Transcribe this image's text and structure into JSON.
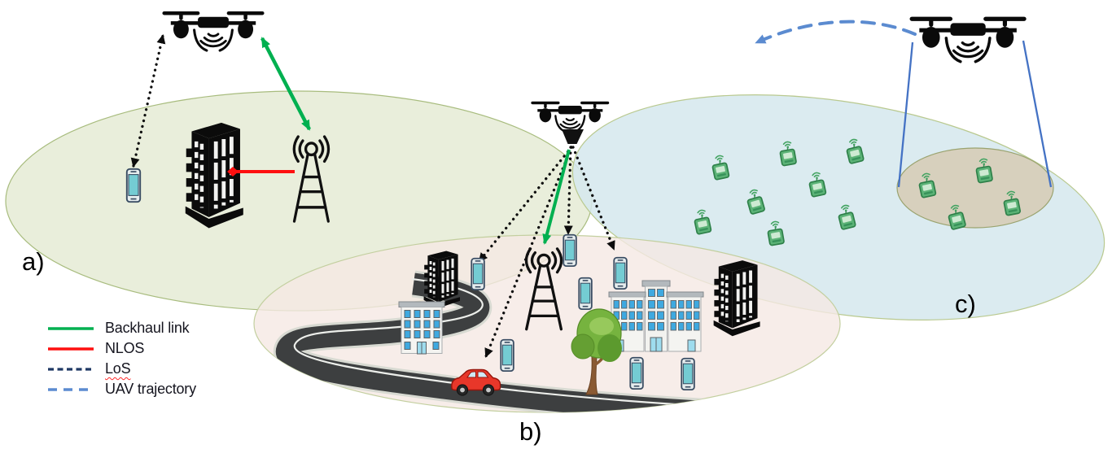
{
  "labels": {
    "a": "a)",
    "b": "b)",
    "c": "c)"
  },
  "legend": {
    "items": [
      {
        "label": "Backhaul link",
        "color": "#00b050",
        "style": "solid"
      },
      {
        "label": "NLOS",
        "color": "#fe1010",
        "style": "solid"
      },
      {
        "label": "LoS",
        "color": "#1f3864",
        "style": "dashed-short"
      },
      {
        "label": "UAV trajectory",
        "color": "#5b8bd0",
        "style": "dashed-long"
      }
    ]
  },
  "colors": {
    "region_a_fill": "#e7ecd7",
    "region_b_fill": "#f5e8e3",
    "region_c_fill": "#d5e8ed",
    "coverage_spot_fill": "#d7cfb9",
    "backhaul_green": "#00b050",
    "nlos_red": "#fe1010",
    "los_black": "#0d0d0d",
    "trajectory_blue": "#5b8bd0",
    "beam_blue": "#4472c4",
    "iot_green": "#4aa869"
  },
  "scenes": {
    "a": {
      "label": "a)",
      "icons": [
        "uav-drone",
        "smartphone",
        "office-building",
        "base-station"
      ],
      "links": [
        "los",
        "backhaul",
        "nlos"
      ],
      "smartphone_count": 1
    },
    "b": {
      "label": "b)",
      "icons": [
        "uav-drone",
        "base-station",
        "smartphone",
        "black-building",
        "white-building",
        "road",
        "car",
        "tree"
      ],
      "links": [
        "los",
        "backhaul"
      ],
      "smartphone_count": 7,
      "building_count": 4
    },
    "c": {
      "label": "c)",
      "icons": [
        "uav-drone",
        "iot-device",
        "coverage-spot"
      ],
      "links": [
        "uav-trajectory",
        "coverage-beam"
      ],
      "iot_device_count": 12,
      "iot_devices_in_spot": 4
    }
  }
}
